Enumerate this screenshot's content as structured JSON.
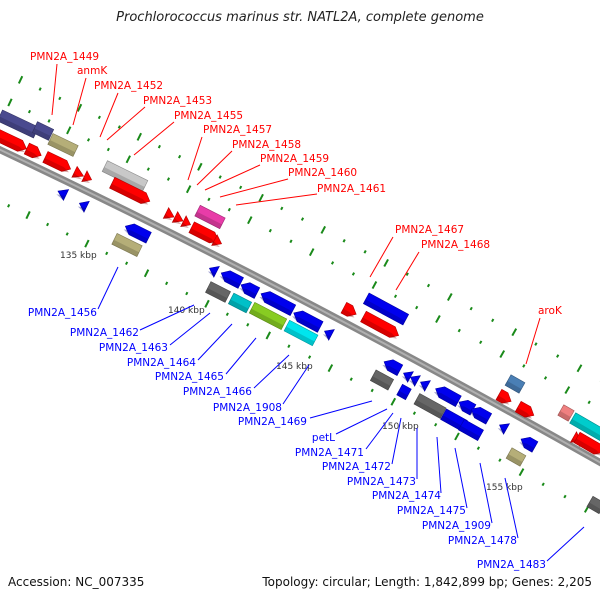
{
  "title": "Prochlorococcus marinus str. NATL2A, complete genome",
  "footer": {
    "accession": "Accession: NC_007335",
    "summary": "Topology: circular; Length: 1,842,899 bp; Genes: 2,205"
  },
  "colors": {
    "forward_label": "#ff0000",
    "reverse_label": "#0000ff",
    "backbone": "#888888",
    "tick": "#1a8a1a"
  },
  "ruler_labels": [
    "135 kbp",
    "140 kbp",
    "145 kbp",
    "150 kbp",
    "155 kbp"
  ],
  "forward_labels": [
    "PMN2A_1449",
    "anmK",
    "PMN2A_1452",
    "PMN2A_1453",
    "PMN2A_1455",
    "PMN2A_1457",
    "PMN2A_1458",
    "PMN2A_1459",
    "PMN2A_1460",
    "PMN2A_1461",
    "PMN2A_1467",
    "PMN2A_1468",
    "aroK"
  ],
  "reverse_labels": [
    "PMN2A_1456",
    "PMN2A_1462",
    "PMN2A_1463",
    "PMN2A_1464",
    "PMN2A_1465",
    "PMN2A_1466",
    "PMN2A_1908",
    "PMN2A_1469",
    "petL",
    "PMN2A_1471",
    "PMN2A_1472",
    "PMN2A_1473",
    "PMN2A_1474",
    "PMN2A_1475",
    "PMN2A_1909",
    "PMN2A_1478",
    "PMN2A_1483"
  ]
}
